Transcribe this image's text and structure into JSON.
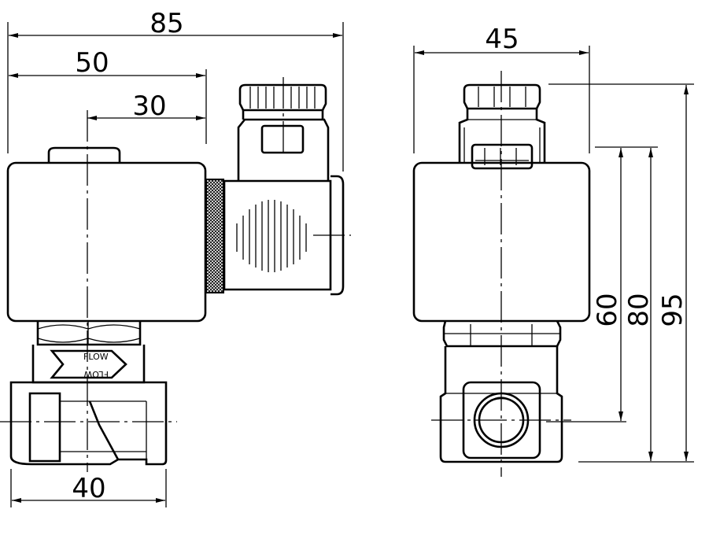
{
  "dimensions": {
    "overall_length": "85",
    "coil_to_connector": "50",
    "center_to_coil_edge": "30",
    "body_width": "40",
    "side_width": "45",
    "height_body": "60",
    "height_coil": "80",
    "height_total": "95"
  },
  "flow_label_top": "FLOW",
  "flow_label_bottom": "FLOW"
}
